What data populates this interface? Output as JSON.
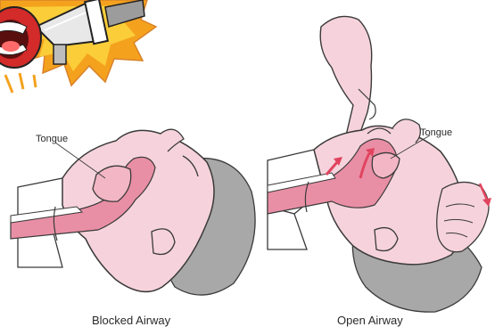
{
  "labels": {
    "tongue_left": "Tongue",
    "tongue_right": "Tongue"
  },
  "captions": {
    "blocked": "Blocked Airway",
    "open": "Open Airway"
  },
  "icons": {
    "megaphone": "megaphone-icon",
    "mouth": "shouting-mouth-icon"
  },
  "colors": {
    "skin": "#f6d3dc",
    "airway": "#e98fa5",
    "hair": "#a8a8a8",
    "burst": "#f4a21e",
    "outline": "#3a3a3a",
    "arrow": "#e0445f"
  }
}
